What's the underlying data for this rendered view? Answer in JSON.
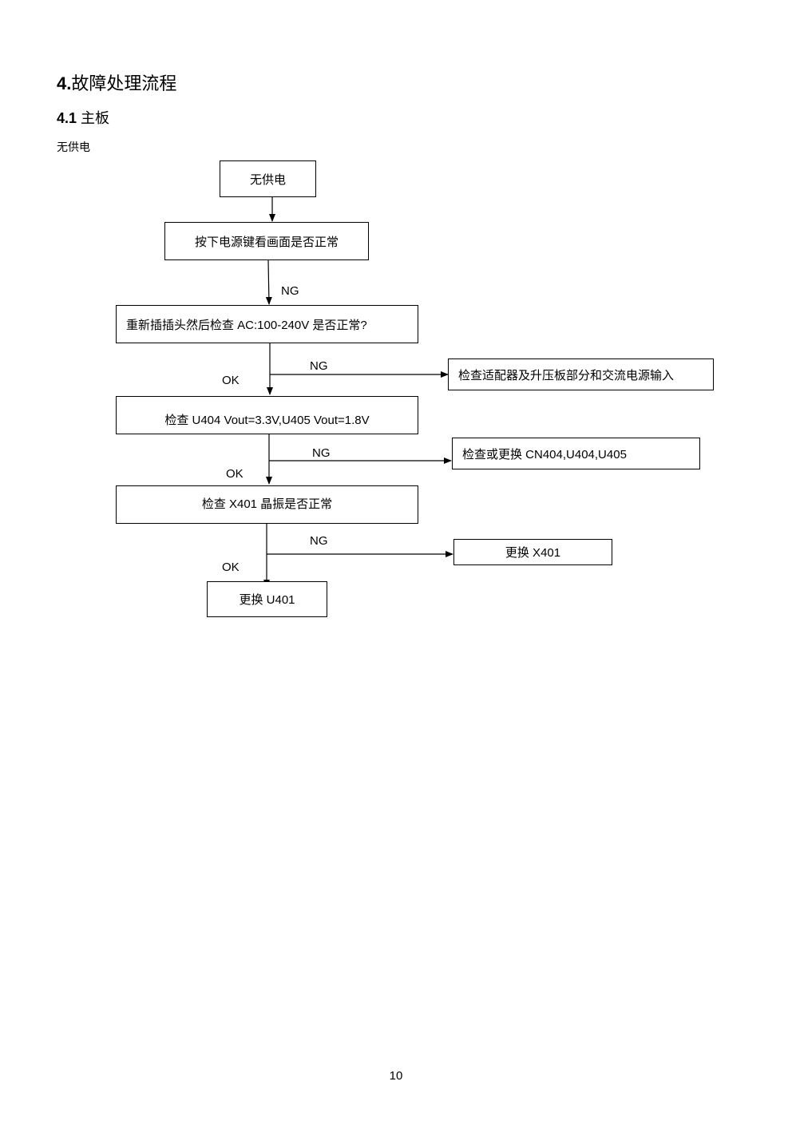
{
  "section": {
    "number": "4.",
    "title": "故障处理流程"
  },
  "subsection": {
    "number": "4.1",
    "title": "主板"
  },
  "diagram_caption": "无供电",
  "flowchart": {
    "start": "无供电",
    "step1": "按下电源键看画面是否正常",
    "step2": "重新插插头然后检查 AC:100-240V 是否正常?",
    "step2_ng_action": "检查适配器及升压板部分和交流电源输入",
    "step3": "检查 U404 Vout=3.3V,U405 Vout=1.8V",
    "step3_ng_action": "检查或更换 CN404,U404,U405",
    "step4": "检查 X401 晶振是否正常",
    "step4_ng_action": "更换 X401",
    "end": "更换 U401",
    "ng_label": "NG",
    "ok_label": "OK"
  },
  "page_number": "10"
}
